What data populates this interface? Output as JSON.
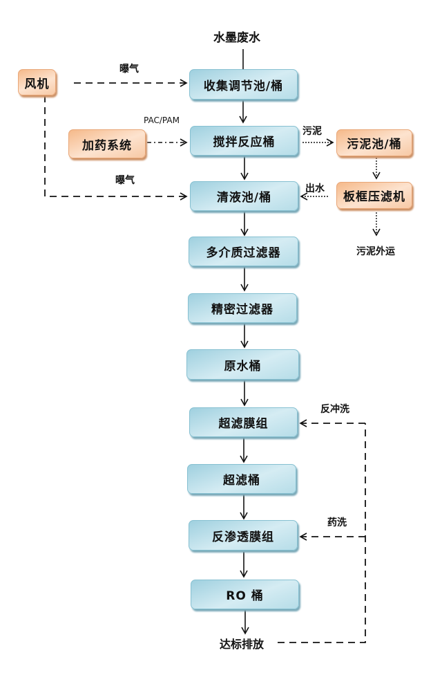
{
  "title": "水墨废水处理工艺流程图",
  "source_label": "水墨废水",
  "main_flow": [
    {
      "id": "collect",
      "label": "收集调节池/桶"
    },
    {
      "id": "mix",
      "label": "搅拌反应桶"
    },
    {
      "id": "clear",
      "label": "清液池/桶"
    },
    {
      "id": "multimedia",
      "label": "多介质过滤器"
    },
    {
      "id": "precision",
      "label": "精密过滤器"
    },
    {
      "id": "raw",
      "label": "原水桶"
    },
    {
      "id": "uf",
      "label": "超滤膜组"
    },
    {
      "id": "uf_tank",
      "label": "超滤桶"
    },
    {
      "id": "ro",
      "label": "反渗透膜组"
    },
    {
      "id": "ro_tank",
      "label": "RO 桶"
    }
  ],
  "side_nodes": {
    "blower": "风机",
    "dosing": "加药系统",
    "sludge_tank": "污泥池/桶",
    "filter_press": "板框压滤机"
  },
  "edge_labels": {
    "aeration_1": "曝气",
    "aeration_2": "曝气",
    "pac_pam": "PAC/PAM",
    "sludge": "污泥",
    "outflow": "出水",
    "sludge_out": "污泥外运",
    "backwash": "反冲洗",
    "chem_wash": "药洗"
  },
  "end_label": "达标排放"
}
